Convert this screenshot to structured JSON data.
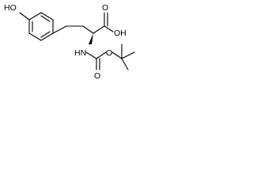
{
  "molecule": {
    "labels": {
      "hydroxyl": "HO",
      "carboxyl": "OH",
      "amine": "HN",
      "carbonyl_o_acid": "O",
      "carbamate_o": "O",
      "carbamate_carbonyl_o": "O"
    },
    "colors": {
      "bond": "#000000",
      "background": "#ffffff"
    }
  }
}
